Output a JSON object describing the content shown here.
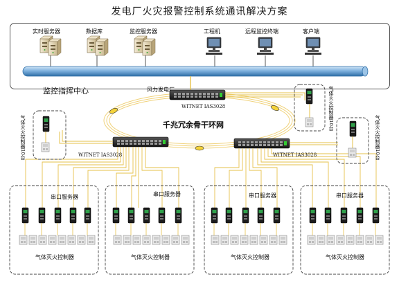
{
  "title": "发电厂火灾报警控制系统通讯解决方案",
  "control_center": {
    "label": "监控指挥中心",
    "devices": [
      {
        "name": "实时服务器",
        "icon": "server-icon"
      },
      {
        "name": "数据库",
        "icon": "server-icon"
      },
      {
        "name": "监控服务器",
        "icon": "server-icon"
      },
      {
        "name": "工程机",
        "icon": "workstation-icon"
      },
      {
        "name": "远程监控终端",
        "icon": "workstation-icon"
      },
      {
        "name": "客户端",
        "icon": "workstation-icon"
      }
    ]
  },
  "network": {
    "ring_label": "千兆冗余骨干环网",
    "wind_plant_label": "风力发电厂",
    "switch_model": "WITNET IAS3028",
    "switches": [
      {
        "label": "WITNET IAS3028"
      },
      {
        "label": "WITNET IAS3028"
      },
      {
        "label": "WITNET IAS3028"
      }
    ]
  },
  "side_controllers": {
    "left": "气体灭火控制器10台",
    "right_top": "气体灭火控制器10台",
    "right_bottom": "气体灭火控制器10台"
  },
  "groups": [
    {
      "server_label": "串口服务器",
      "controller_label": "气体灭火控制器"
    },
    {
      "server_label": "串口服务器",
      "controller_label": "气体灭火控制器"
    },
    {
      "server_label": "串口服务器",
      "controller_label": "气体灭火控制器"
    },
    {
      "server_label": "串口服务器",
      "controller_label": "气体灭火控制器"
    }
  ],
  "colors": {
    "bus": "#6aa3d6",
    "bus_dark": "#2f6fa8",
    "ring": "#f2d98a",
    "link": "#e6c14a",
    "switch": "#2b2b2b",
    "server_body": "#e8dcc0"
  }
}
